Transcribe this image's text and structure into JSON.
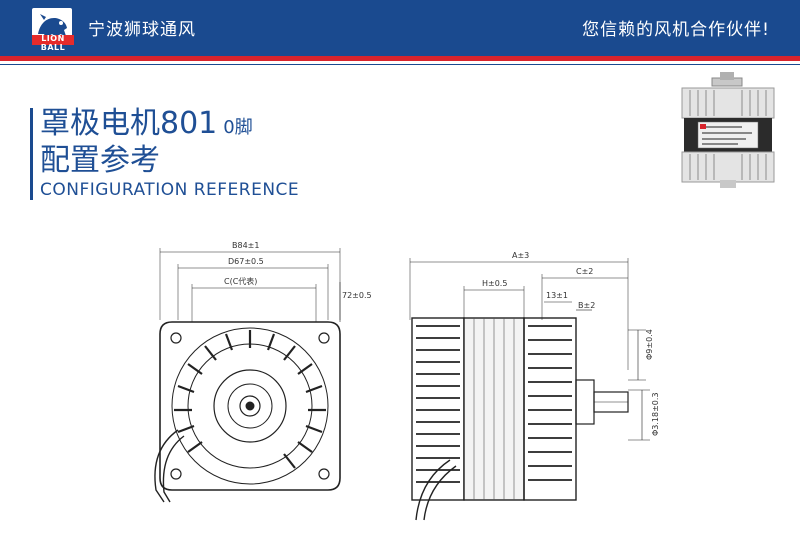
{
  "header": {
    "company": "宁波狮球通风",
    "slogan": "您信赖的风机合作伙伴!",
    "logo_text": "LION BALL",
    "brand_colors": {
      "header_bg": "#1a4a8f",
      "stripe": "#d8242c",
      "title": "#1f4f95"
    }
  },
  "title": {
    "line1": "罩极电机801",
    "line1_suffix": "0脚",
    "line2": "配置参考",
    "english": "CONFIGURATION REFERENCE"
  },
  "dimensions": {
    "front": {
      "overall": "B84±1",
      "inner": "D67±0.5",
      "center": "C(C代表)",
      "side": "72±0.5"
    },
    "side": {
      "total": "A±3",
      "h": "H±0.5",
      "c": "C±2",
      "shaft_len": "13±1",
      "b": "B±2",
      "right1": "Φ9±0.4",
      "right2": "Φ3.18±0.3"
    }
  }
}
